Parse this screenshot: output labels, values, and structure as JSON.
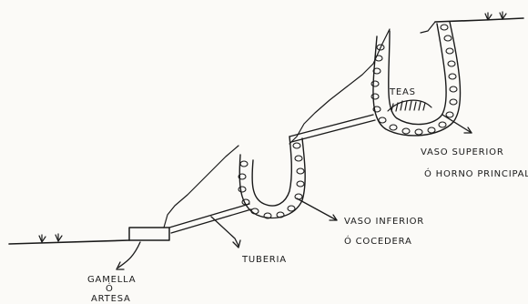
{
  "labels": {
    "teas": "TEAS",
    "upper_vessel_line1": "VASO SUPERIOR",
    "upper_vessel_line2": "Ó HORNO PRINCIPAL",
    "lower_vessel_line1": "VASO INFERIOR",
    "lower_vessel_line2": "Ó COCEDERA",
    "pipe": "TUBERIA",
    "trough_line1": "GAMELLA",
    "trough_line2": "Ó",
    "trough_line3": "ARTESA"
  },
  "colors": {
    "ink": "#1a1a1a",
    "paper": "#fbfaf7"
  }
}
